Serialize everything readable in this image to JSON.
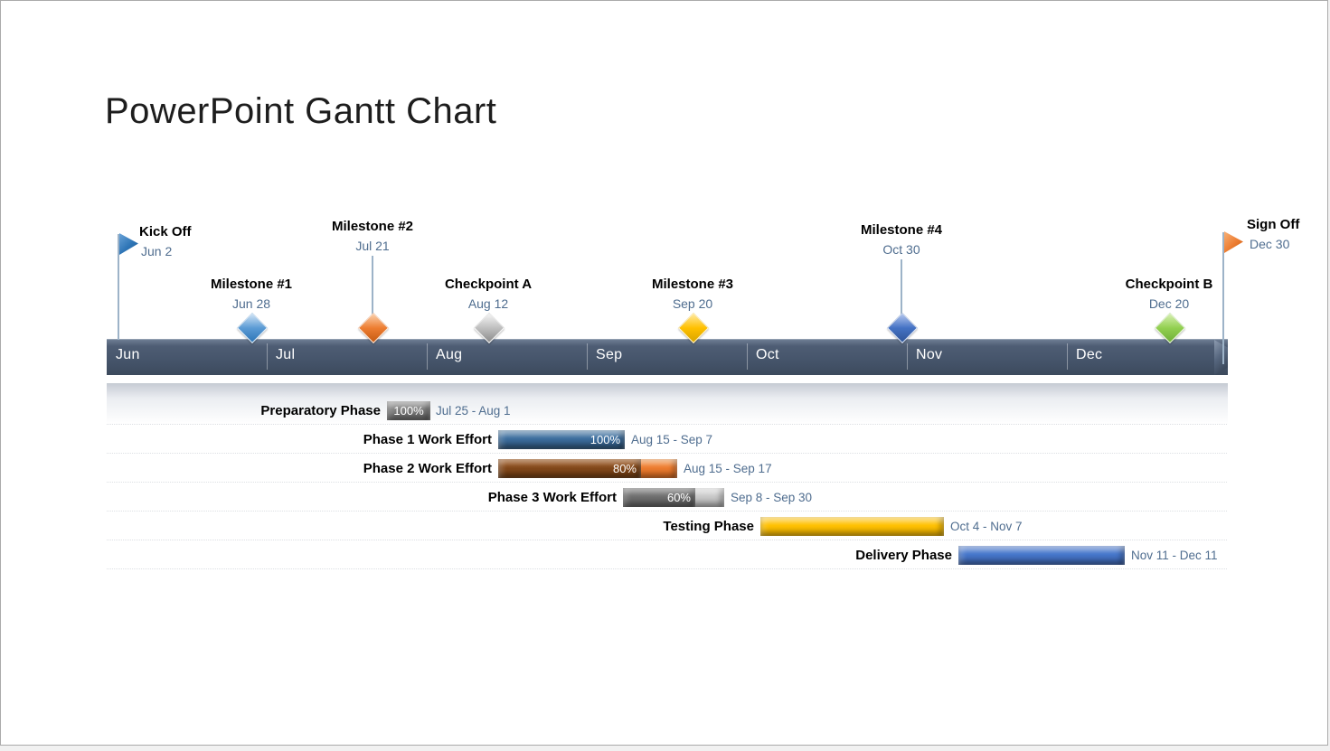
{
  "title": "PowerPoint Gantt Chart",
  "timeline": {
    "months": [
      "Jun",
      "Jul",
      "Aug",
      "Sep",
      "Oct",
      "Nov",
      "Dec"
    ],
    "band_color": "#45546A"
  },
  "milestones": [
    {
      "name": "Kick Off",
      "date": "Jun 2",
      "marker": "flag",
      "color": "#2E75B6"
    },
    {
      "name": "Milestone #1",
      "date": "Jun 28",
      "marker": "diamond",
      "color": "#5B9BD5"
    },
    {
      "name": "Milestone #2",
      "date": "Jul 21",
      "marker": "diamond",
      "color": "#ED7D31"
    },
    {
      "name": "Checkpoint A",
      "date": "Aug 12",
      "marker": "diamond",
      "color": "#BFBFBF"
    },
    {
      "name": "Milestone #3",
      "date": "Sep 20",
      "marker": "diamond",
      "color": "#FFC000"
    },
    {
      "name": "Milestone #4",
      "date": "Oct 30",
      "marker": "diamond",
      "color": "#4472C4"
    },
    {
      "name": "Checkpoint B",
      "date": "Dec 20",
      "marker": "diamond",
      "color": "#92D050"
    },
    {
      "name": "Sign Off",
      "date": "Dec 30",
      "marker": "flag",
      "color": "#ED7D31"
    }
  ],
  "tasks": [
    {
      "label": "Preparatory Phase",
      "percent": "100%",
      "date_range": "Jul 25 - Aug 1",
      "color": "#7F7F7F"
    },
    {
      "label": "Phase 1 Work Effort",
      "percent": "100%",
      "date_range": "Aug 15 - Sep 7",
      "color": "#3D6E9E"
    },
    {
      "label": "Phase 2 Work Effort",
      "percent": "80%",
      "date_range": "Aug 15 - Sep 17",
      "color": "#84491B",
      "remainder_color": "#ED7D31"
    },
    {
      "label": "Phase 3 Work Effort",
      "percent": "60%",
      "date_range": "Sep 8 - Sep 30",
      "color": "#6F6F6F",
      "remainder_color": "#C9C9C9"
    },
    {
      "label": "Testing Phase",
      "date_range": "Oct 4 - Nov 7",
      "color": "#FFC000"
    },
    {
      "label": "Delivery Phase",
      "date_range": "Nov 11 - Dec 11",
      "color": "#4472C4"
    }
  ],
  "chart_data": {
    "type": "bar",
    "subtype": "gantt-timeline",
    "title": "PowerPoint Gantt Chart",
    "xlabel": "",
    "ylabel": "",
    "x_axis_ticks": [
      "Jun",
      "Jul",
      "Aug",
      "Sep",
      "Oct",
      "Nov",
      "Dec"
    ],
    "grid": false,
    "legend": "none",
    "milestones": [
      {
        "name": "Kick Off",
        "date": "Jun 2",
        "marker": "flag",
        "color": "#2E75B6"
      },
      {
        "name": "Milestone #1",
        "date": "Jun 28",
        "marker": "diamond",
        "color": "#5B9BD5"
      },
      {
        "name": "Milestone #2",
        "date": "Jul 21",
        "marker": "diamond",
        "color": "#ED7D31"
      },
      {
        "name": "Checkpoint A",
        "date": "Aug 12",
        "marker": "diamond",
        "color": "#BFBFBF"
      },
      {
        "name": "Milestone #3",
        "date": "Sep 20",
        "marker": "diamond",
        "color": "#FFC000"
      },
      {
        "name": "Milestone #4",
        "date": "Oct 30",
        "marker": "diamond",
        "color": "#4472C4"
      },
      {
        "name": "Checkpoint B",
        "date": "Dec 20",
        "marker": "diamond",
        "color": "#92D050"
      },
      {
        "name": "Sign Off",
        "date": "Dec 30",
        "marker": "flag",
        "color": "#ED7D31"
      }
    ],
    "tasks": [
      {
        "name": "Preparatory Phase",
        "start": "Jul 25",
        "end": "Aug 1",
        "percent_complete": 100,
        "color": "#7F7F7F"
      },
      {
        "name": "Phase 1 Work Effort",
        "start": "Aug 15",
        "end": "Sep 7",
        "percent_complete": 100,
        "color": "#3D6E9E"
      },
      {
        "name": "Phase 2 Work Effort",
        "start": "Aug 15",
        "end": "Sep 17",
        "percent_complete": 80,
        "color": "#84491B"
      },
      {
        "name": "Phase 3 Work Effort",
        "start": "Sep 8",
        "end": "Sep 30",
        "percent_complete": 60,
        "color": "#6F6F6F"
      },
      {
        "name": "Testing Phase",
        "start": "Oct 4",
        "end": "Nov 7",
        "percent_complete": null,
        "color": "#FFC000"
      },
      {
        "name": "Delivery Phase",
        "start": "Nov 11",
        "end": "Dec 11",
        "percent_complete": null,
        "color": "#4472C4"
      }
    ]
  }
}
